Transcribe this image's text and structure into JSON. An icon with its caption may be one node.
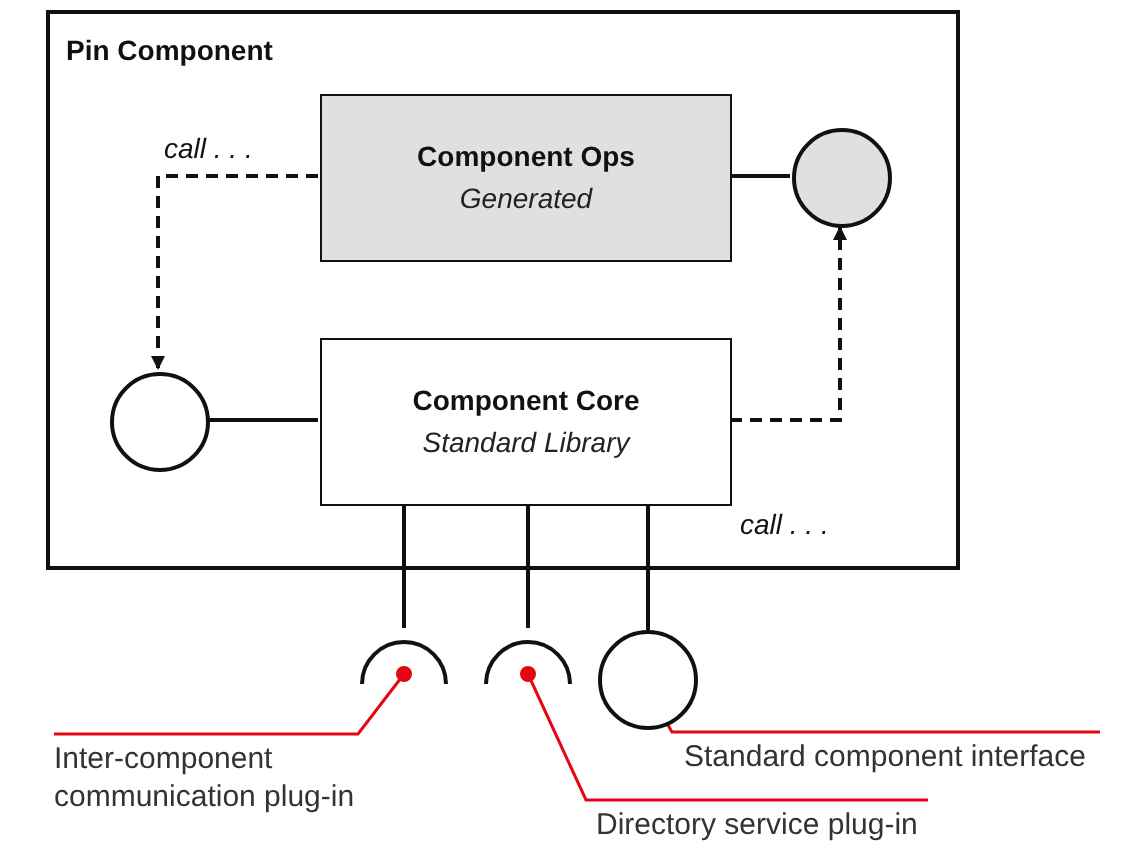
{
  "diagram": {
    "nodes": [
      {
        "text": [
          "Pin Component"
        ]
      },
      {
        "text": [
          "Component Ops",
          "Generated"
        ],
        "in": 0
      },
      {
        "text": [],
        "shape": "circle",
        "in": 0
      },
      {
        "text": [],
        "shape": "circle",
        "in": 0
      },
      {
        "text": [
          "Component Core",
          "Standard Library"
        ],
        "in": 0
      },
      {
        "text": [],
        "shape": "arc"
      },
      {
        "text": [],
        "shape": "arc"
      },
      {
        "text": [],
        "shape": "circle"
      },
      {
        "text": [
          "Inter-component communication plug-in"
        ]
      },
      {
        "text": [
          "Directory service plug-in"
        ]
      },
      {
        "text": [
          "Standard component interface"
        ]
      }
    ],
    "edges": [
      {
        "from": 1,
        "to": 3,
        "arrow": "to",
        "label": "call . . .",
        "style": "dashed"
      },
      {
        "from": 4,
        "to": 2,
        "arrow": "to",
        "label": "call . . .",
        "style": "dashed"
      },
      {
        "from": 1,
        "to": 2,
        "arrow": "none"
      },
      {
        "from": 3,
        "to": 4,
        "arrow": "none"
      },
      {
        "from": 4,
        "to": 5,
        "arrow": "none"
      },
      {
        "from": 4,
        "to": 6,
        "arrow": "none"
      },
      {
        "from": 4,
        "to": 7,
        "arrow": "none"
      },
      {
        "from": 8,
        "to": 5,
        "arrow": "other",
        "color": "#e30613"
      },
      {
        "from": 9,
        "to": 6,
        "arrow": "other",
        "color": "#e30613"
      },
      {
        "from": 10,
        "to": 7,
        "arrow": "other",
        "color": "#e30613"
      }
    ]
  }
}
